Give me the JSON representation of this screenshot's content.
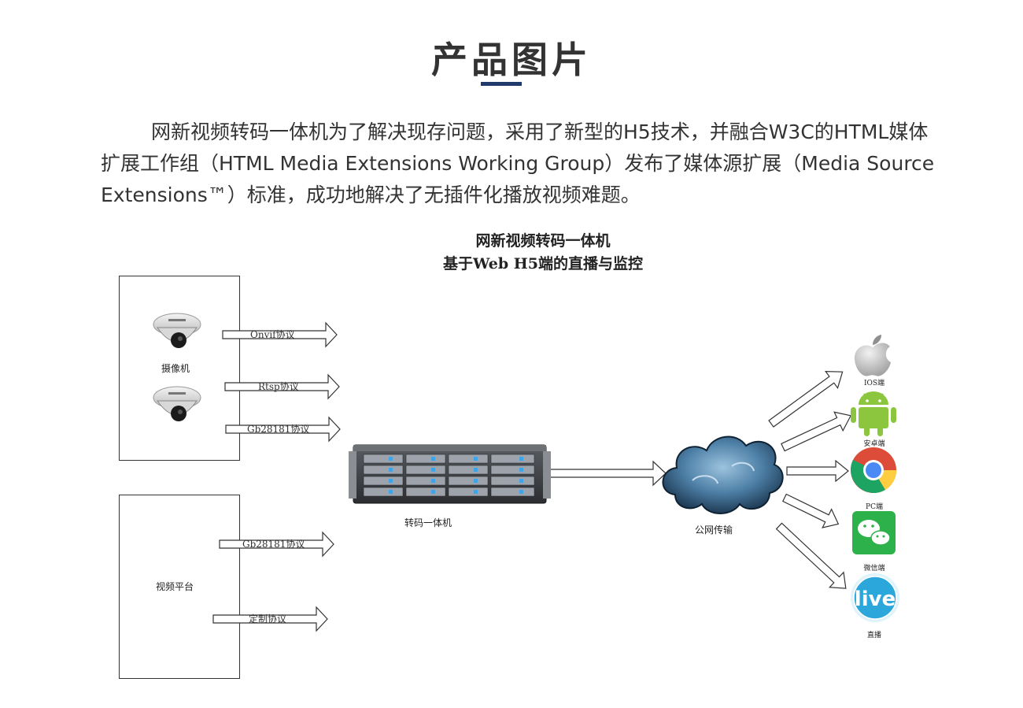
{
  "page": {
    "title": "产品图片",
    "intro": "网新视频转码一体机为了解决现存问题，采用了新型的H5技术，并融合W3C的HTML媒体扩展工作组（HTML Media Extensions Working Group）发布了媒体源扩展（Media Source Extensions™）标准，成功地解决了无插件化播放视频难题。"
  },
  "diagram": {
    "title_line1": "网新视频转码一体机",
    "title_line2": "基于Web H5端的直播与监控",
    "camera_group": {
      "label": "摄像机",
      "arrows": [
        "Onvif协议",
        "Rtsp协议",
        "Gb28181协议"
      ]
    },
    "platform_group": {
      "label": "视频平台",
      "arrows": [
        "Gb28181协议",
        "定制协议"
      ]
    },
    "server_label": "转码一体机",
    "cloud_label": "公网传输",
    "endpoints": [
      {
        "label": "IOS端",
        "icon": "apple-icon"
      },
      {
        "label": "安卓端",
        "icon": "android-icon"
      },
      {
        "label": "PC端",
        "icon": "chrome-icon"
      },
      {
        "label": "微信端",
        "icon": "wechat-icon"
      },
      {
        "label": "直播",
        "icon": "live-icon",
        "icon_text": "live"
      }
    ],
    "colors": {
      "title_underline": "#1f3a6b",
      "arrow_fill": "#ffffff",
      "arrow_stroke": "#333333",
      "android_green": "#8cc63f",
      "wechat_green": "#2db14a",
      "live_blue": "#2ba7dc",
      "cloud_dark": "#1e3a54"
    }
  }
}
